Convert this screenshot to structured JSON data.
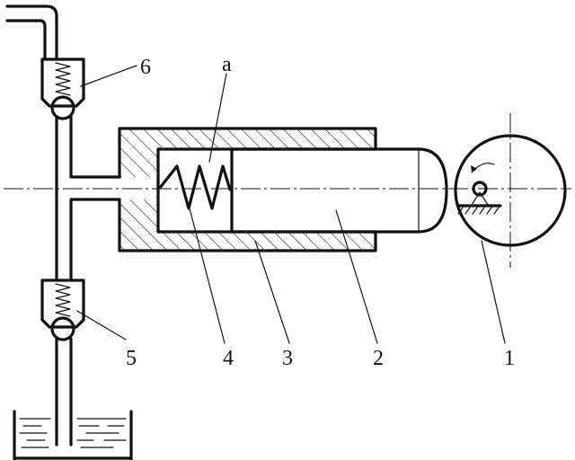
{
  "diagram": {
    "labels": {
      "l1": "1",
      "l2": "2",
      "l3": "3",
      "l4": "4",
      "l5": "5",
      "l6": "6",
      "la": "a"
    },
    "colors": {
      "ink": "#111111",
      "background": "#ffffff"
    }
  }
}
